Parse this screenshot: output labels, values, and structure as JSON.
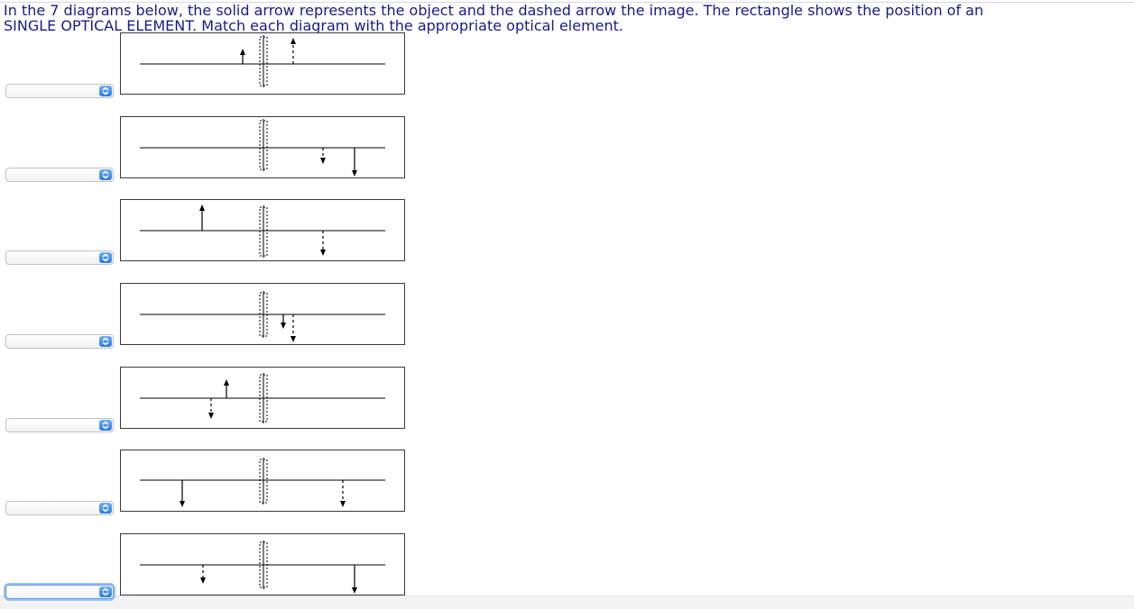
{
  "question": {
    "line1": "In the 7 diagrams below, the solid arrow represents the object and the dashed arrow the image. The rectangle shows the position of an",
    "line2": "SINGLE OPTICAL ELEMENT. Match each diagram with the appropriate optical element."
  },
  "colors": {
    "question_text": "#1a1a8c",
    "select_arrow": "#2a7be0",
    "focus_ring": "#9cc4f3"
  },
  "diagrams": [
    {
      "select_value": "",
      "focused": false,
      "object": {
        "position": "left",
        "direction": "up"
      },
      "image": {
        "position": "right",
        "direction": "up"
      }
    },
    {
      "select_value": "",
      "focused": false,
      "object": {
        "position": "right",
        "direction": "down"
      },
      "image": {
        "position": "right",
        "direction": "down"
      }
    },
    {
      "select_value": "",
      "focused": false,
      "object": {
        "position": "left",
        "direction": "up"
      },
      "image": {
        "position": "right",
        "direction": "down"
      }
    },
    {
      "select_value": "",
      "focused": false,
      "object": {
        "position": "right",
        "direction": "down"
      },
      "image": {
        "position": "right",
        "direction": "down"
      }
    },
    {
      "select_value": "",
      "focused": false,
      "object": {
        "position": "left",
        "direction": "up"
      },
      "image": {
        "position": "left",
        "direction": "down"
      }
    },
    {
      "select_value": "",
      "focused": false,
      "object": {
        "position": "left",
        "direction": "down"
      },
      "image": {
        "position": "right",
        "direction": "down"
      }
    },
    {
      "select_value": "",
      "focused": true,
      "object": {
        "position": "right",
        "direction": "down"
      },
      "image": {
        "position": "left",
        "direction": "down"
      }
    }
  ]
}
